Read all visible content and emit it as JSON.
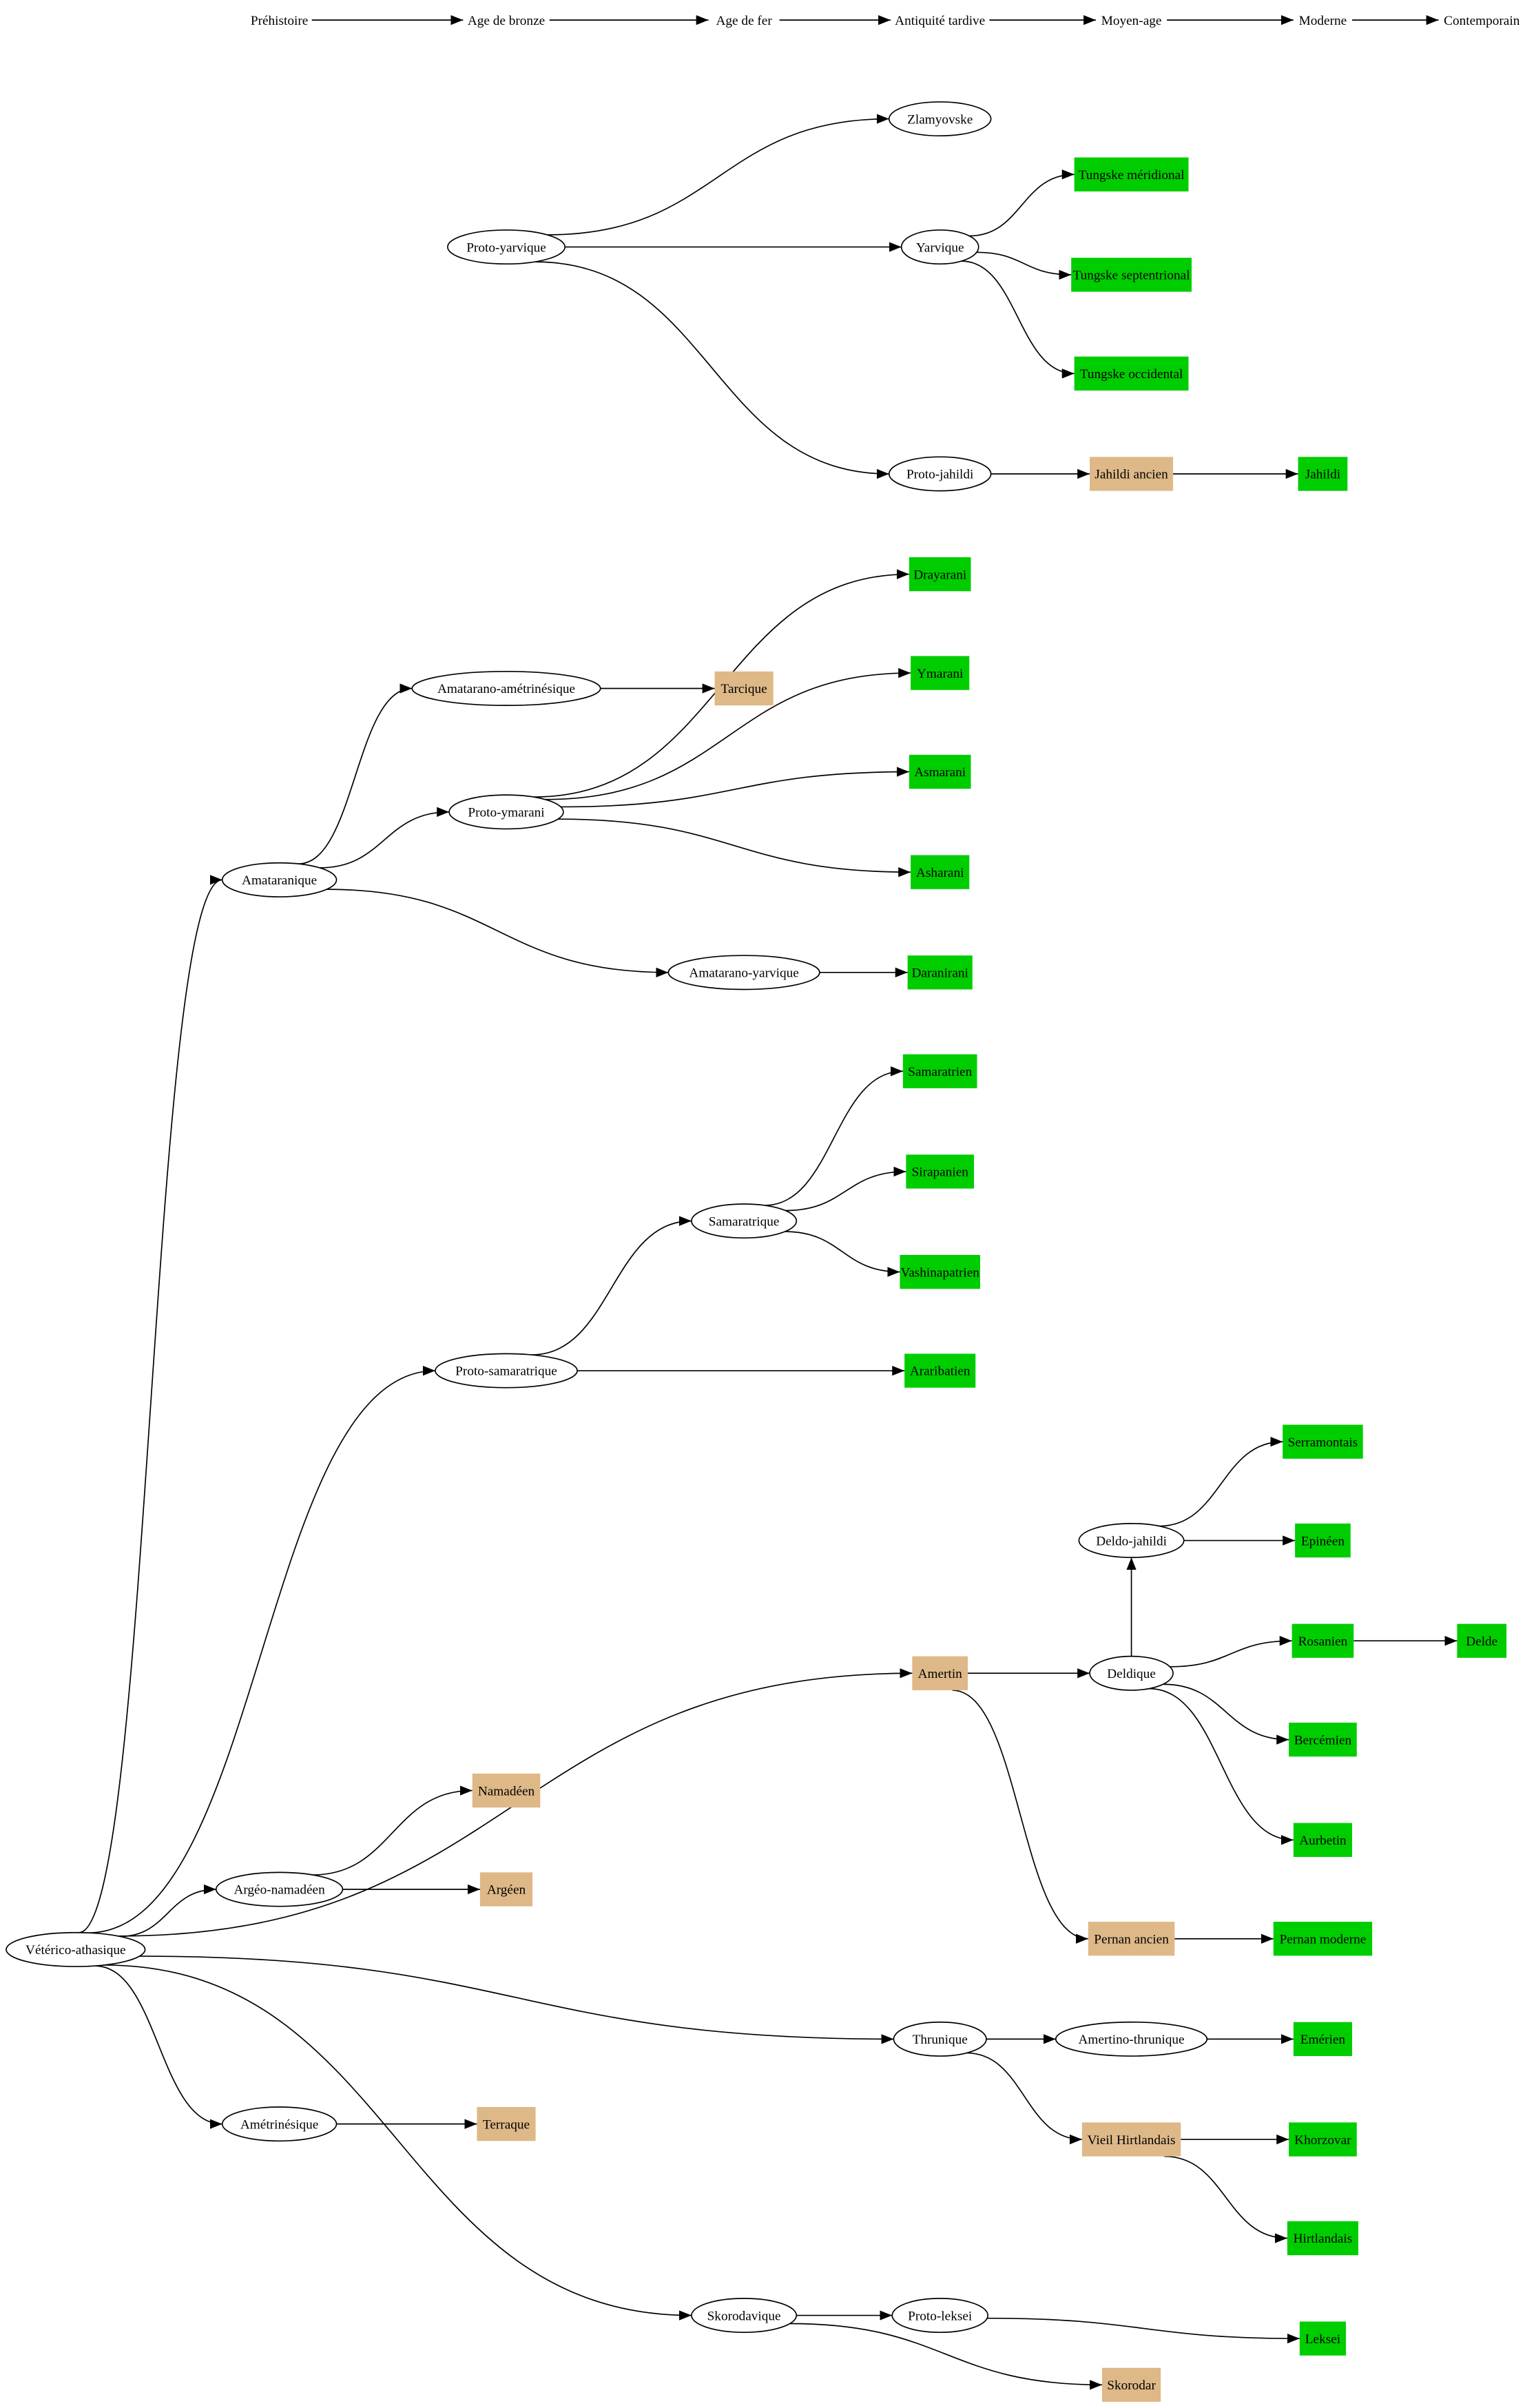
{
  "timeline": [
    "Préhistoire",
    "Age de bronze",
    "Age de fer",
    "Antiquité tardive",
    "Moyen-age",
    "Moderne",
    "Contemporain"
  ],
  "colors": {
    "living_language": "#00cd00",
    "historical_language": "#deb887",
    "proto_language": "#ffffff",
    "edge": "#000000"
  },
  "legend_kinds": {
    "proto": "ellipse",
    "historical": "box-tan",
    "living": "box-green"
  },
  "nodes": [
    {
      "id": "proto-yarvique",
      "label": "Proto-yarvique",
      "kind": "proto",
      "period": "Age de bronze"
    },
    {
      "id": "zlamyovske",
      "label": "Zlamyovske",
      "kind": "proto",
      "period": "Antiquité tardive"
    },
    {
      "id": "yarvique",
      "label": "Yarvique",
      "kind": "proto",
      "period": "Antiquité tardive"
    },
    {
      "id": "tungske-meridional",
      "label": "Tungske méridional",
      "kind": "living",
      "period": "Moyen-age"
    },
    {
      "id": "tungske-septentrional",
      "label": "Tungske septentrional",
      "kind": "living",
      "period": "Moyen-age"
    },
    {
      "id": "tungske-occidental",
      "label": "Tungske occidental",
      "kind": "living",
      "period": "Moyen-age"
    },
    {
      "id": "proto-jahildi",
      "label": "Proto-jahildi",
      "kind": "proto",
      "period": "Antiquité tardive"
    },
    {
      "id": "jahildi-ancien",
      "label": "Jahildi ancien",
      "kind": "historical",
      "period": "Moyen-age"
    },
    {
      "id": "jahildi",
      "label": "Jahildi",
      "kind": "living",
      "period": "Moderne"
    },
    {
      "id": "drayarani",
      "label": "Drayarani",
      "kind": "living",
      "period": "Antiquité tardive"
    },
    {
      "id": "amatarano-ametrinesique",
      "label": "Amatarano-amétrinésique",
      "kind": "proto",
      "period": "Age de bronze"
    },
    {
      "id": "tarcique",
      "label": "Tarcique",
      "kind": "historical",
      "period": "Age de fer"
    },
    {
      "id": "ymarani",
      "label": "Ymarani",
      "kind": "living",
      "period": "Antiquité tardive"
    },
    {
      "id": "proto-ymarani",
      "label": "Proto-ymarani",
      "kind": "proto",
      "period": "Age de bronze"
    },
    {
      "id": "asmarani",
      "label": "Asmarani",
      "kind": "living",
      "period": "Antiquité tardive"
    },
    {
      "id": "asharani",
      "label": "Asharani",
      "kind": "living",
      "period": "Antiquité tardive"
    },
    {
      "id": "amataranique",
      "label": "Amataranique",
      "kind": "proto",
      "period": "Préhistoire"
    },
    {
      "id": "amatarano-yarvique",
      "label": "Amatarano-yarvique",
      "kind": "proto",
      "period": "Age de fer"
    },
    {
      "id": "daranirani",
      "label": "Daranirani",
      "kind": "living",
      "period": "Antiquité tardive"
    },
    {
      "id": "samaratrien",
      "label": "Samaratrien",
      "kind": "living",
      "period": "Antiquité tardive"
    },
    {
      "id": "sirapanien",
      "label": "Sirapanien",
      "kind": "living",
      "period": "Antiquité tardive"
    },
    {
      "id": "samaratrique",
      "label": "Samaratrique",
      "kind": "proto",
      "period": "Age de fer"
    },
    {
      "id": "vashinapatrien",
      "label": "Vashinapatrien",
      "kind": "living",
      "period": "Antiquité tardive"
    },
    {
      "id": "proto-samaratrique",
      "label": "Proto-samaratrique",
      "kind": "proto",
      "period": "Age de bronze"
    },
    {
      "id": "araribatien",
      "label": "Araribatien",
      "kind": "living",
      "period": "Antiquité tardive"
    },
    {
      "id": "serramontais",
      "label": "Serramontais",
      "kind": "living",
      "period": "Moderne"
    },
    {
      "id": "deldo-jahildi",
      "label": "Deldo-jahildi",
      "kind": "proto",
      "period": "Moyen-age"
    },
    {
      "id": "epineen",
      "label": "Epinéen",
      "kind": "living",
      "period": "Moderne"
    },
    {
      "id": "rosanien",
      "label": "Rosanien",
      "kind": "living",
      "period": "Moderne"
    },
    {
      "id": "delde",
      "label": "Delde",
      "kind": "living",
      "period": "Contemporain"
    },
    {
      "id": "amertin",
      "label": "Amertin",
      "kind": "historical",
      "period": "Antiquité tardive"
    },
    {
      "id": "deldique",
      "label": "Deldique",
      "kind": "proto",
      "period": "Moyen-age"
    },
    {
      "id": "bercemien",
      "label": "Bercémien",
      "kind": "living",
      "period": "Moderne"
    },
    {
      "id": "namadeen",
      "label": "Namadéen",
      "kind": "historical",
      "period": "Age de bronze"
    },
    {
      "id": "aurbetin",
      "label": "Aurbetin",
      "kind": "living",
      "period": "Moderne"
    },
    {
      "id": "argeo-namadeen",
      "label": "Argéo-namadéen",
      "kind": "proto",
      "period": "Préhistoire"
    },
    {
      "id": "argeen",
      "label": "Argéen",
      "kind": "historical",
      "period": "Age de bronze"
    },
    {
      "id": "pernan-ancien",
      "label": "Pernan ancien",
      "kind": "historical",
      "period": "Moyen-age"
    },
    {
      "id": "pernan-moderne",
      "label": "Pernan moderne",
      "kind": "living",
      "period": "Moderne"
    },
    {
      "id": "veterico-athasique",
      "label": "Vétérico-athasique",
      "kind": "proto",
      "period": ""
    },
    {
      "id": "thrunique",
      "label": "Thrunique",
      "kind": "proto",
      "period": "Antiquité tardive"
    },
    {
      "id": "amertino-thrunique",
      "label": "Amertino-thrunique",
      "kind": "proto",
      "period": "Moyen-age"
    },
    {
      "id": "emerien",
      "label": "Emérien",
      "kind": "living",
      "period": "Moderne"
    },
    {
      "id": "ametrinesique",
      "label": "Amétrinésique",
      "kind": "proto",
      "period": "Préhistoire"
    },
    {
      "id": "terraque",
      "label": "Terraque",
      "kind": "historical",
      "period": "Age de bronze"
    },
    {
      "id": "vieil-hirtlandais",
      "label": "Vieil Hirtlandais",
      "kind": "historical",
      "period": "Moyen-age"
    },
    {
      "id": "khorzovar",
      "label": "Khorzovar",
      "kind": "living",
      "period": "Moderne"
    },
    {
      "id": "hirtlandais",
      "label": "Hirtlandais",
      "kind": "living",
      "period": "Moderne"
    },
    {
      "id": "skorodavique",
      "label": "Skorodavique",
      "kind": "proto",
      "period": "Age de fer"
    },
    {
      "id": "proto-leksei",
      "label": "Proto-leksei",
      "kind": "proto",
      "period": "Antiquité tardive"
    },
    {
      "id": "leksei",
      "label": "Leksei",
      "kind": "living",
      "period": "Moderne"
    },
    {
      "id": "skorodar",
      "label": "Skorodar",
      "kind": "historical",
      "period": "Moyen-age"
    }
  ],
  "edges": [
    [
      "proto-yarvique",
      "zlamyovske"
    ],
    [
      "proto-yarvique",
      "yarvique"
    ],
    [
      "proto-yarvique",
      "proto-jahildi"
    ],
    [
      "yarvique",
      "tungske-meridional"
    ],
    [
      "yarvique",
      "tungske-septentrional"
    ],
    [
      "yarvique",
      "tungske-occidental"
    ],
    [
      "proto-jahildi",
      "jahildi-ancien"
    ],
    [
      "jahildi-ancien",
      "jahildi"
    ],
    [
      "amataranique",
      "amatarano-ametrinesique"
    ],
    [
      "amataranique",
      "proto-ymarani"
    ],
    [
      "amataranique",
      "amatarano-yarvique"
    ],
    [
      "amatarano-ametrinesique",
      "tarcique"
    ],
    [
      "proto-ymarani",
      "drayarani"
    ],
    [
      "proto-ymarani",
      "ymarani"
    ],
    [
      "proto-ymarani",
      "asmarani"
    ],
    [
      "proto-ymarani",
      "asharani"
    ],
    [
      "amatarano-yarvique",
      "daranirani"
    ],
    [
      "proto-samaratrique",
      "samaratrique"
    ],
    [
      "proto-samaratrique",
      "araribatien"
    ],
    [
      "samaratrique",
      "samaratrien"
    ],
    [
      "samaratrique",
      "sirapanien"
    ],
    [
      "samaratrique",
      "vashinapatrien"
    ],
    [
      "veterico-athasique",
      "amataranique"
    ],
    [
      "veterico-athasique",
      "proto-samaratrique"
    ],
    [
      "veterico-athasique",
      "amertin"
    ],
    [
      "veterico-athasique",
      "argeo-namadeen"
    ],
    [
      "veterico-athasique",
      "thrunique"
    ],
    [
      "veterico-athasique",
      "ametrinesique"
    ],
    [
      "veterico-athasique",
      "skorodavique"
    ],
    [
      "amertin",
      "deldique"
    ],
    [
      "amertin",
      "pernan-ancien"
    ],
    [
      "deldique",
      "deldo-jahildi"
    ],
    [
      "deldique",
      "rosanien"
    ],
    [
      "deldique",
      "bercemien"
    ],
    [
      "deldique",
      "aurbetin"
    ],
    [
      "deldo-jahildi",
      "serramontais"
    ],
    [
      "deldo-jahildi",
      "epineen"
    ],
    [
      "rosanien",
      "delde"
    ],
    [
      "pernan-ancien",
      "pernan-moderne"
    ],
    [
      "argeo-namadeen",
      "namadeen"
    ],
    [
      "argeo-namadeen",
      "argeen"
    ],
    [
      "ametrinesique",
      "terraque"
    ],
    [
      "thrunique",
      "amertino-thrunique"
    ],
    [
      "thrunique",
      "vieil-hirtlandais"
    ],
    [
      "amertino-thrunique",
      "emerien"
    ],
    [
      "vieil-hirtlandais",
      "khorzovar"
    ],
    [
      "vieil-hirtlandais",
      "hirtlandais"
    ],
    [
      "skorodavique",
      "proto-leksei"
    ],
    [
      "skorodavique",
      "skorodar"
    ],
    [
      "proto-leksei",
      "leksei"
    ]
  ]
}
